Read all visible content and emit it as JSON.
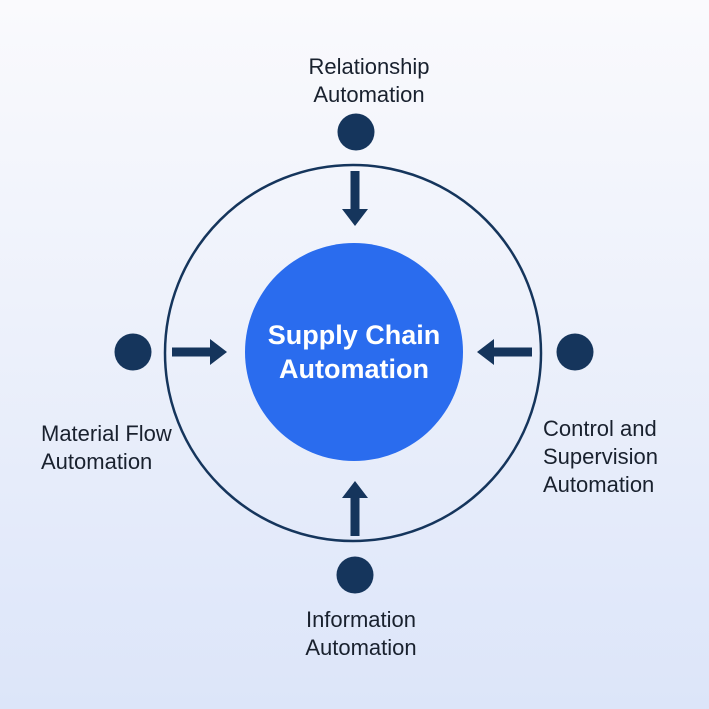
{
  "colors": {
    "navy": "#15355C",
    "blue": "#2A6CEE",
    "label_text": "#19212E",
    "center_text": "#FFFFFF",
    "bg_top": "#FAFAFD",
    "bg_mid": "#EDF1FB",
    "bg_bottom": "#DCE5F9"
  },
  "center": {
    "lines": [
      "Supply Chain",
      "Automation"
    ]
  },
  "nodes": {
    "top": {
      "lines": [
        "Relationship",
        "Automation"
      ]
    },
    "right": {
      "lines": [
        "Control and",
        "Supervision",
        "Automation"
      ]
    },
    "bottom": {
      "lines": [
        "Information",
        "Automation"
      ]
    },
    "left": {
      "lines": [
        "Material Flow",
        "Automation"
      ]
    }
  }
}
